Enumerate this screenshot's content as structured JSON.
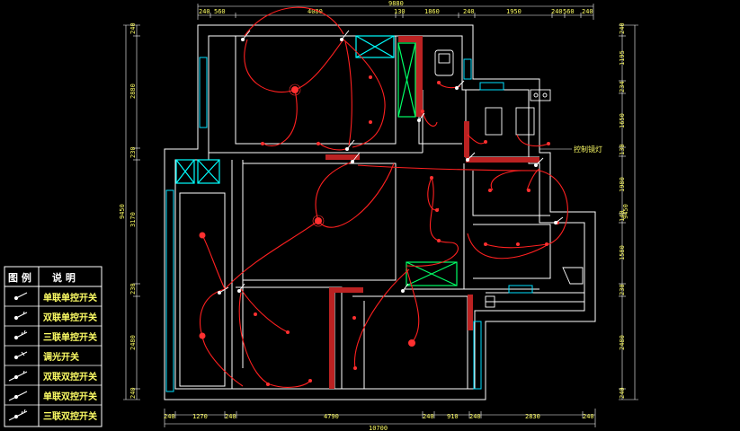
{
  "dimensions": {
    "top_overall": "9880",
    "top": [
      "240",
      "560",
      "4080",
      "130",
      "1860",
      "240",
      "1950",
      "240",
      "560",
      "240"
    ],
    "bottom_overall": "10700",
    "bottom": [
      "240",
      "1270",
      "240",
      "4790",
      "240",
      "910",
      "240",
      "2830",
      "240"
    ],
    "left_overall": "9450",
    "left": [
      "240",
      "2880",
      "230",
      "3170",
      "230",
      "2480",
      "240"
    ],
    "right_overall": "9450",
    "right": [
      "240",
      "1195",
      "234",
      "1650",
      "130",
      "1980",
      "140",
      "1580",
      "230",
      "2480",
      "240"
    ]
  },
  "annotation": "控制镜灯",
  "legend": {
    "header_left": "图 例",
    "header_right": "说  明",
    "items": [
      {
        "icon": "single-gang-single-control-switch-icon",
        "label": "单联单控开关"
      },
      {
        "icon": "double-gang-single-control-switch-icon",
        "label": "双联单控开关"
      },
      {
        "icon": "triple-gang-single-control-switch-icon",
        "label": "三联单控开关"
      },
      {
        "icon": "dimmer-switch-icon",
        "label": "调光开关"
      },
      {
        "icon": "double-gang-double-control-switch-icon",
        "label": "双联双控开关"
      },
      {
        "icon": "single-gang-double-control-switch-icon",
        "label": "单联双控开关"
      },
      {
        "icon": "triple-gang-double-control-switch-icon",
        "label": "三联双控开关"
      }
    ]
  }
}
